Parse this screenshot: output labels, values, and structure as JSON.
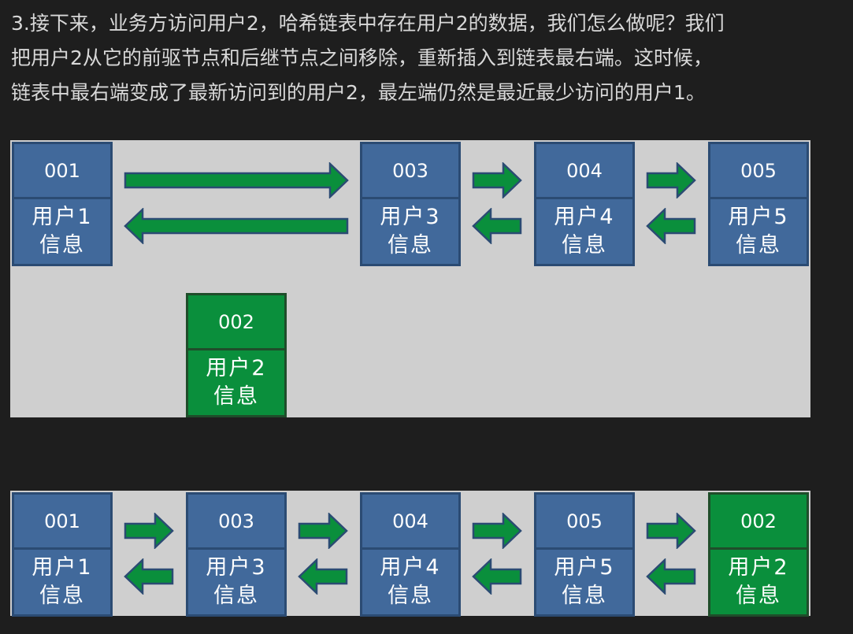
{
  "paragraph": {
    "line1": "3.接下来，业务方访问用户2，哈希链表中存在用户2的数据，我们怎么做呢？我们",
    "line2": "把用户2从它的前驱节点和后继节点之间移除，重新插入到链表最右端。这时候，",
    "line3": "链表中最右端变成了最新访问到的用户2，最左端仍然是最近最少访问的用户1。"
  },
  "diagram_top": {
    "nodes": [
      {
        "id": "001",
        "name": "用户1",
        "info": "信息",
        "color": "blue"
      },
      {
        "id": "003",
        "name": "用户3",
        "info": "信息",
        "color": "blue"
      },
      {
        "id": "004",
        "name": "用户4",
        "info": "信息",
        "color": "blue"
      },
      {
        "id": "005",
        "name": "用户5",
        "info": "信息",
        "color": "blue"
      },
      {
        "id": "002",
        "name": "用户2",
        "info": "信息",
        "color": "green"
      }
    ]
  },
  "diagram_bottom": {
    "nodes": [
      {
        "id": "001",
        "name": "用户1",
        "info": "信息",
        "color": "blue"
      },
      {
        "id": "003",
        "name": "用户3",
        "info": "信息",
        "color": "blue"
      },
      {
        "id": "004",
        "name": "用户4",
        "info": "信息",
        "color": "blue"
      },
      {
        "id": "005",
        "name": "用户5",
        "info": "信息",
        "color": "blue"
      },
      {
        "id": "002",
        "name": "用户2",
        "info": "信息",
        "color": "green"
      }
    ]
  },
  "colors": {
    "node_blue": "#41699b",
    "node_green": "#0a8f3c",
    "arrow_green": "#0a8f3c",
    "arrow_border": "#2b4b73",
    "diagram_bg": "#cfcfcf",
    "page_bg": "#1e1e1e"
  }
}
